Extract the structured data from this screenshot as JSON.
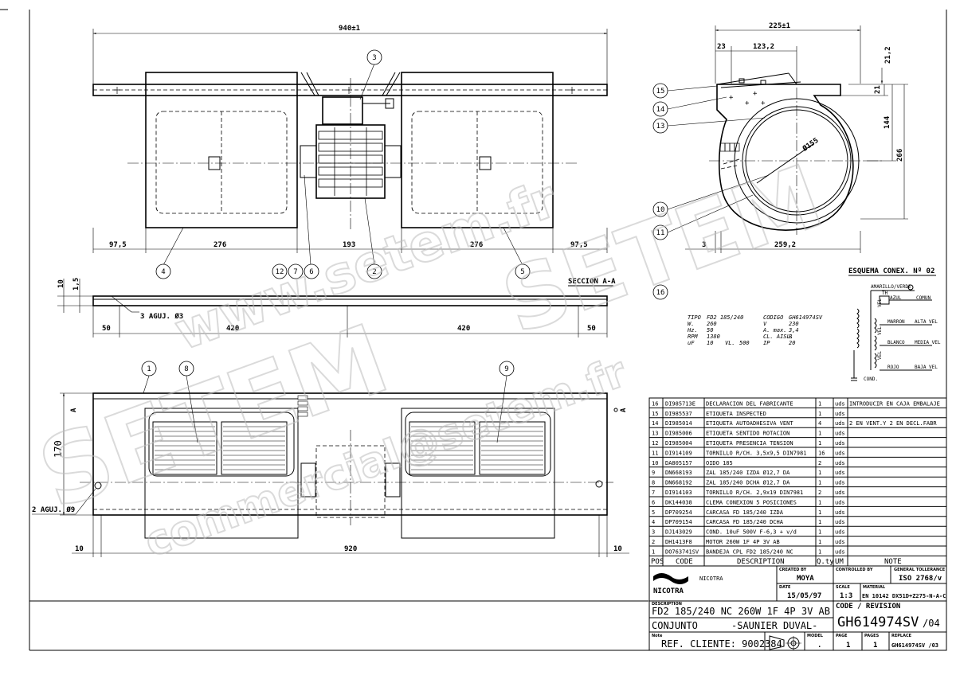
{
  "dims": {
    "overall_length": "940±1",
    "side_97_5_left": "97,5",
    "scroll_276_left": "276",
    "middle_193": "193",
    "scroll_276_right": "276",
    "side_97_5_right": "97,5",
    "thick_10": "10",
    "thick_1_5": "1,5",
    "holes_3": "3 AGUJ. Ø3",
    "seg_50_left": "50",
    "seg_420_left": "420",
    "seg_420_right": "420",
    "seg_50_right": "50",
    "height_170": "170",
    "holes_2": "2 AGUJ. Ø9",
    "edge_10_left": "10",
    "length_920": "920",
    "edge_10_right": "10",
    "side_225": "225±1",
    "side_23": "23",
    "side_123_2": "123,2",
    "side_21_2": "21,2",
    "side_21": "21",
    "side_144": "144",
    "side_266": "266",
    "side_3": "3",
    "side_259_2": "259,2",
    "diam_155": "Ø155",
    "section_label": "SECCION A-A",
    "section_mark": "A"
  },
  "balloons": [
    "1",
    "2",
    "3",
    "4",
    "5",
    "6",
    "7",
    "8",
    "9",
    "10",
    "11",
    "12",
    "13",
    "14",
    "15",
    "16"
  ],
  "specs": {
    "tipo_label": "TIPO",
    "tipo_value": "FD2 185/240",
    "codigo_label": "CODIGO",
    "codigo_value": "GH614974SV",
    "w_label": "W.",
    "w_value": "260",
    "v_label": "V",
    "v_value": "230",
    "hz_label": "Hz.",
    "hz_value": "50",
    "amax_label": "A. max.",
    "amax_value": "3,4",
    "rpm_label": "RPM",
    "rpm_value": "1380",
    "cl_label": "CL. AISL.",
    "cl_value": "B",
    "uf_label": "uF",
    "uf_value": "10",
    "vl_label": "VL.",
    "vl_value": "500",
    "ip_label": "IP",
    "ip_value": "20"
  },
  "wiring": {
    "title": "ESQUEMA CONEX. Nº 02",
    "earth": "AMARILLO/VERDE",
    "th": "TH",
    "azul": "AZUL",
    "comun": "COMUN",
    "marron": "MARRON",
    "alta": "ALTA VEL",
    "blanco": "BLANCO",
    "media": "MEDIA VEL",
    "rojo": "ROJO",
    "baja": "BAJA VEL",
    "cond": "COND.",
    "vel": "VEL"
  },
  "bom": {
    "headers": [
      "POS",
      "CODE",
      "DESCRIPTION",
      "Q.ty",
      "UM",
      "NOTE"
    ],
    "rows": [
      [
        "16",
        "DI985713E",
        "DECLARACION DEL FABRICANTE",
        "1",
        "uds",
        "INTRODUCIR EN CAJA EMBALAJE"
      ],
      [
        "15",
        "DI985537",
        "ETIQUETA INSPECTED",
        "1",
        "uds",
        ""
      ],
      [
        "14",
        "DI985014",
        "ETIQUETA AUTOADHESIVA VENT",
        "4",
        "uds",
        "2 EN VENT.Y 2 EN DECL.FABR"
      ],
      [
        "13",
        "DI985006",
        "ETIQUETA SENTIDO ROTACION",
        "1",
        "uds",
        ""
      ],
      [
        "12",
        "DI985004",
        "ETIQUETA PRESENCIA TENSION",
        "1",
        "uds",
        ""
      ],
      [
        "11",
        "DI914109",
        "TORNILLO R/CH. 3,5x9,5 DIN7981",
        "16",
        "uds",
        ""
      ],
      [
        "10",
        "DA805157",
        "OIDO 185",
        "2",
        "uds",
        ""
      ],
      [
        "9",
        "DN668193",
        "ZAL 185/240 IZDA Ø12,7 DA",
        "1",
        "uds",
        ""
      ],
      [
        "8",
        "DN668192",
        "ZAL 185/240 DCHA Ø12,7 DA",
        "1",
        "uds",
        ""
      ],
      [
        "7",
        "DI914103",
        "TORNILLO R/CH. 2,9x19 DIN7981",
        "2",
        "uds",
        ""
      ],
      [
        "6",
        "DK144038",
        "CLEMA CONEXION 5 POSICIONES",
        "1",
        "uds",
        ""
      ],
      [
        "5",
        "DP709254",
        "CARCASA FD 185/240 IZDA",
        "1",
        "uds",
        ""
      ],
      [
        "4",
        "DP709154",
        "CARCASA FD 185/240 DCHA",
        "1",
        "uds",
        ""
      ],
      [
        "3",
        "DJ143029",
        "COND. 10uF 500V F-6,3 + v/d",
        "1",
        "uds",
        ""
      ],
      [
        "2",
        "DH1413F8",
        "MOTOR 260W 1F 4P 3V AB",
        "1",
        "uds",
        ""
      ],
      [
        "1",
        "DO763741SV",
        "BANDEJA CPL FD2 185/240 NC",
        "1",
        "uds",
        ""
      ]
    ]
  },
  "titleblock": {
    "company": "NICOTRA",
    "logo_text": "NICOTRA",
    "created_by_label": "CREATED BY",
    "created_by": "MOYA",
    "controlled_by_label": "CONTROLLED BY",
    "tolerance_label": "GENERAL TOLLERANCE",
    "tolerance": "ISO 2768/v",
    "date_label": "DATE",
    "date": "15/05/97",
    "scale_label": "SCALE",
    "scale": "1:3",
    "material_label": "MATERIAL",
    "material": "EN 10142 DX51D+Z275-N-A-C",
    "description_label": "DESCRIPTION",
    "description": "FD2 185/240 NC 260W 1F 4P 3V AB",
    "code_label": "CODE / REVISION",
    "code": "GH614974SV",
    "revision": "/04",
    "conjunto": "CONJUNTO",
    "client": "-SAUNIER DUVAL-",
    "note_label": "Note",
    "ref": "REF. CLIENTE: 9002384",
    "model_label": "MODEL",
    "model_value": ".",
    "page_label": "PAGE",
    "page": "1",
    "pages_label": "PAGES",
    "pages": "1",
    "replace_label": "REPLACE",
    "replace": "GH614974SV /03"
  },
  "watermarks": [
    "SETEM",
    "www.setem.fr",
    "SETEM",
    "commercial@setem.fr"
  ]
}
